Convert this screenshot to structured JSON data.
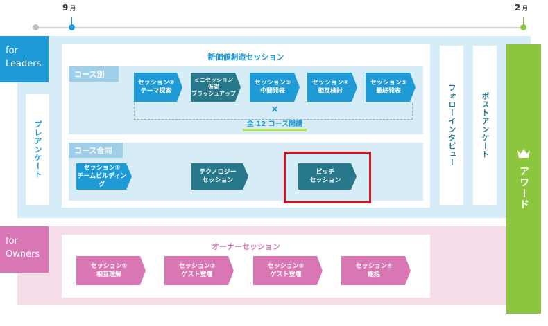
{
  "timeline": {
    "start": {
      "month": "9",
      "unit": "月"
    },
    "end": {
      "month": "2",
      "unit": "月"
    },
    "colors": {
      "line": "#d0d0d0",
      "start_dot": "#1e9bd7",
      "end_dot": "#8cc63f",
      "pre_dot": "#bdbdbd"
    }
  },
  "leaders": {
    "label": "for\nLeaders",
    "pre_survey": "プレアンケート",
    "main": {
      "title": "新価値創造セッション",
      "by_course": {
        "header": "コース別",
        "sessions": [
          {
            "line1": "セッション②",
            "line2": "テーマ探索",
            "line3": ""
          },
          {
            "line1": "ミニセッション",
            "line2": "仮説",
            "line3": "ブラッシュアップ"
          },
          {
            "line1": "セッション③",
            "line2": "中間発表",
            "line3": ""
          },
          {
            "line1": "セッション④",
            "line2": "相互検討",
            "line3": ""
          },
          {
            "line1": "セッション⑤",
            "line2": "最終発表",
            "line3": ""
          }
        ],
        "times": "×",
        "note": "全 12 コース開講"
      },
      "joint": {
        "header": "コース合同",
        "sessions": [
          {
            "line1": "セッション①",
            "line2": "チームビルディング"
          },
          {
            "line1": "テクノロジー",
            "line2": "セッション"
          },
          {
            "line1": "ピッチ",
            "line2": "セッション"
          }
        ]
      }
    },
    "follow_interview": "フォローインタビュー",
    "post_survey": "ポストアンケート"
  },
  "award": {
    "icon": "crown-icon",
    "label": "アワード"
  },
  "owners": {
    "label": "for\nOwners",
    "title": "オーナーセッション",
    "sessions": [
      {
        "line1": "セッション①",
        "line2": "相互理解"
      },
      {
        "line1": "セッション②",
        "line2": "ゲスト登壇"
      },
      {
        "line1": "セッション③",
        "line2": "ゲスト登壇"
      },
      {
        "line1": "セッション④",
        "line2": "総括"
      }
    ]
  },
  "colors": {
    "leaders_band": "#d6ecf6",
    "leaders_tag": "#1e9bd7",
    "owners_band": "#f7dcea",
    "owners_tag": "#d877b4",
    "award": "#8cc63f",
    "highlight": "#d9141e",
    "note_underline": "#b5e34a"
  }
}
